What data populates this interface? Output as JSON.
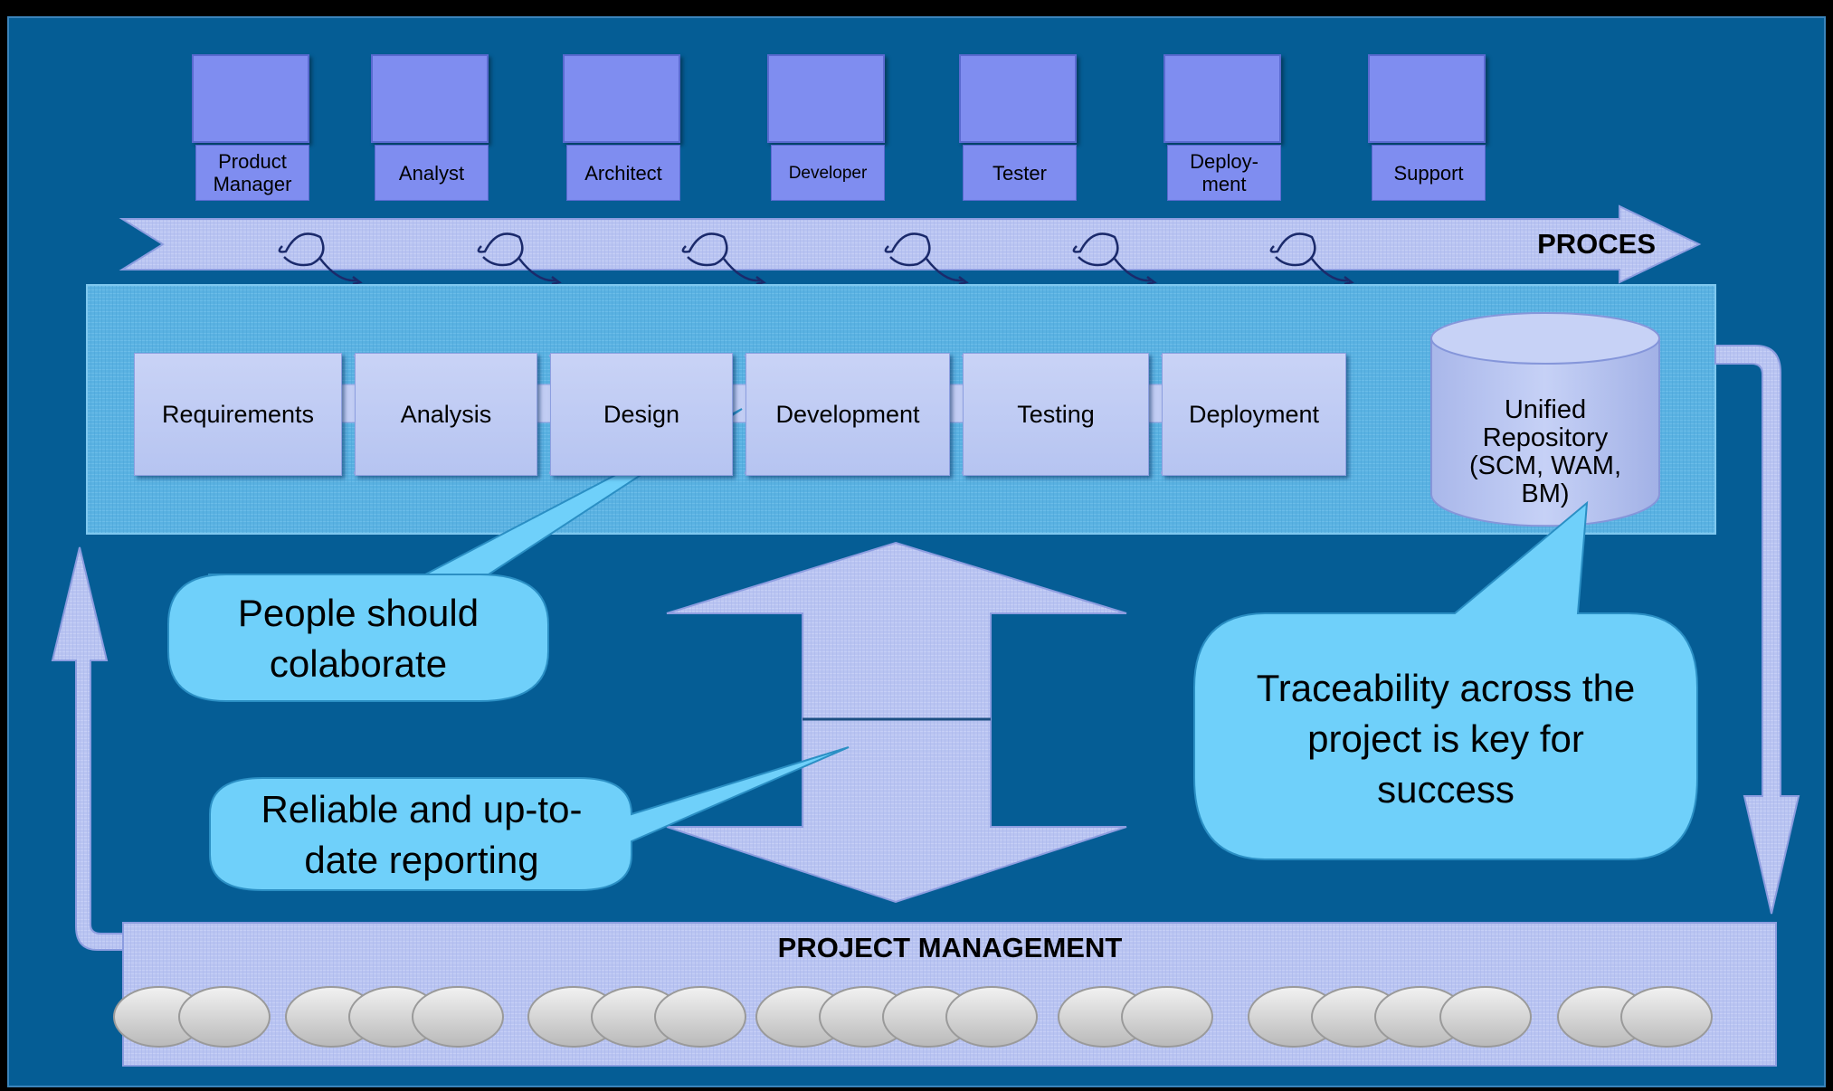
{
  "roles": [
    {
      "label": "Product\nManager",
      "icon": "person-icon"
    },
    {
      "label": "Analyst",
      "icon": "person-icon"
    },
    {
      "label": "Architect",
      "icon": "person-icon"
    },
    {
      "label": "Developer",
      "icon": "person-at-computer-icon"
    },
    {
      "label": "Tester",
      "icon": "worker-hardhat-icon"
    },
    {
      "label": "Deploy-\nment",
      "icon": "worker-hardhat-icon"
    },
    {
      "label": "Support",
      "icon": "headset-person-icon"
    }
  ],
  "process_label": "PROCES",
  "stages": [
    "Requirements",
    "Analysis",
    "Design",
    "Development",
    "Testing",
    "Deployment"
  ],
  "repository_label": "Unified\nRepository\n(SCM, WAM,\nBM)",
  "callouts": {
    "collaborate": "People should\ncolaborate",
    "reporting": "Reliable and up-to-\ndate reporting",
    "traceability": "Traceability across the\nproject is key for\nsuccess"
  },
  "project_management_label": "PROJECT MANAGEMENT",
  "colors": {
    "background": "#055d95",
    "band": "#5cb4e4",
    "arrow": "#b8c4f2",
    "callout": "#6fd0fa",
    "role_tile": "#7f8df0"
  }
}
